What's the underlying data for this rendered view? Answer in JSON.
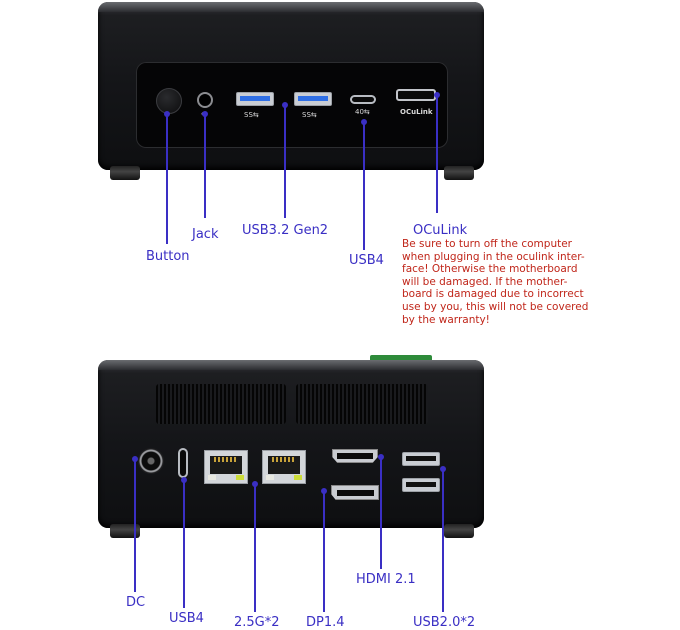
{
  "front": {
    "labels": {
      "button": "Button",
      "jack": "Jack",
      "usb32": "USB3.2 Gen2",
      "usb4": "USB4",
      "oculink": "OCuLink"
    },
    "port_marks": {
      "ss1": "SS⇆",
      "ss2": "SS⇆",
      "usb4_mark": "40⇆",
      "oculink_mark": "OCuLink"
    },
    "warning_lines": [
      "Be sure to turn off the computer",
      "when plugging in the oculink inter-",
      "face! Otherwise the motherboard",
      "will be damaged. If the mother-",
      "board is damaged due to incorrect",
      "use by you, this will not be covered",
      "by the warranty!"
    ]
  },
  "rear": {
    "labels": {
      "dc": "DC",
      "usb4": "USB4",
      "lan": "2.5G*2",
      "dp": "DP1.4",
      "hdmi": "HDMI 2.1",
      "usb20": "USB2.0*2"
    }
  },
  "colors": {
    "label": "#3a2fc4",
    "warning": "#c0261a",
    "usb3_blue": "#2f6fe6",
    "led_green": "#cddc39",
    "case_dark": "#141518"
  },
  "icons": [
    "power-button-icon",
    "headphone-icon",
    "usb-symbol-icon"
  ]
}
